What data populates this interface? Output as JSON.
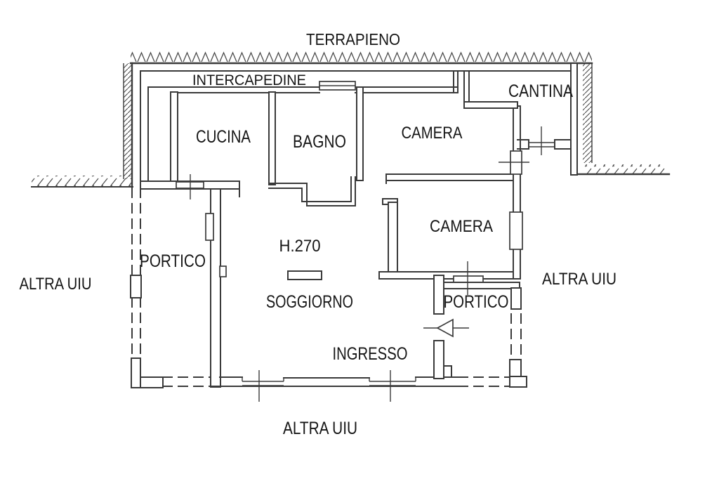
{
  "document": {
    "type": "cadastral floor plan drawing",
    "background_color": "#ffffff",
    "line_color": "#3a3a3a",
    "text_color": "#161616"
  },
  "labels": {
    "terrapieno": "TERRAPIENO",
    "intercapedine": "INTERCAPEDINE",
    "cantina": "CANTINA",
    "cucina": "CUCINA",
    "bagno": "BAGNO",
    "camera_nord": "CAMERA",
    "camera_sud": "CAMERA",
    "altezza": "H.270",
    "soggiorno": "SOGGIORNO",
    "ingresso": "INGRESSO",
    "portico_ovest": "PORTICO",
    "portico_est": "PORTICO",
    "altra_uiu_ovest": "ALTRA UIU",
    "altra_uiu_est": "ALTRA UIU",
    "altra_uiu_sud": "ALTRA UIU"
  }
}
